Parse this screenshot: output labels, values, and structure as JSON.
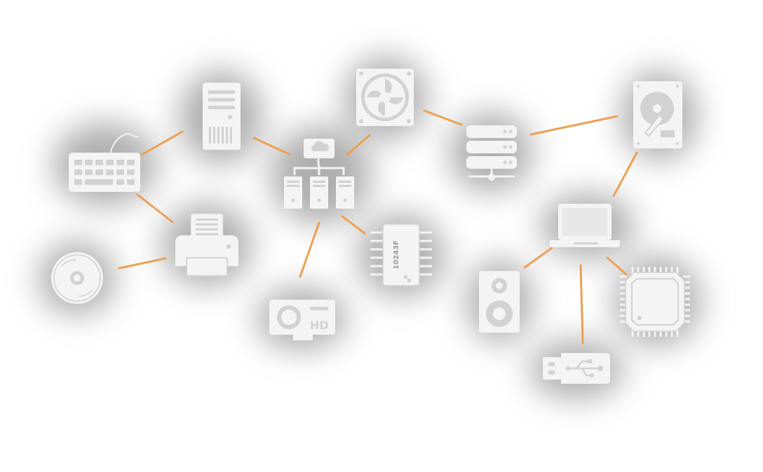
{
  "colors": {
    "icon_fill": "#f4f4f4",
    "icon_shade": "#d2d2d2",
    "link": "#eda052",
    "shadow": "#6e6e6e",
    "background": "#ffffff"
  },
  "nodes": [
    {
      "id": "keyboard",
      "icon": "keyboard-icon"
    },
    {
      "id": "tower",
      "icon": "desktop-tower-icon"
    },
    {
      "id": "network",
      "icon": "network-hub-icon"
    },
    {
      "id": "fan",
      "icon": "cooling-fan-icon"
    },
    {
      "id": "server",
      "icon": "server-rack-icon"
    },
    {
      "id": "hdd",
      "icon": "hard-drive-icon"
    },
    {
      "id": "cd",
      "icon": "cd-disc-icon"
    },
    {
      "id": "printer",
      "icon": "printer-icon"
    },
    {
      "id": "chip",
      "icon": "ic-chip-icon",
      "label": "10243F"
    },
    {
      "id": "projector",
      "icon": "hd-projector-icon",
      "label": "HD"
    },
    {
      "id": "laptop",
      "icon": "laptop-icon"
    },
    {
      "id": "speaker",
      "icon": "speaker-icon"
    },
    {
      "id": "cpu",
      "icon": "cpu-processor-icon"
    },
    {
      "id": "usb",
      "icon": "usb-drive-icon"
    }
  ],
  "links": [
    {
      "from": "keyboard",
      "to": "tower"
    },
    {
      "from": "keyboard",
      "to": "printer"
    },
    {
      "from": "cd",
      "to": "printer"
    },
    {
      "from": "tower",
      "to": "network"
    },
    {
      "from": "network",
      "to": "fan"
    },
    {
      "from": "network",
      "to": "chip"
    },
    {
      "from": "network",
      "to": "projector"
    },
    {
      "from": "fan",
      "to": "server"
    },
    {
      "from": "server",
      "to": "hdd"
    },
    {
      "from": "hdd",
      "to": "laptop"
    },
    {
      "from": "laptop",
      "to": "speaker"
    },
    {
      "from": "laptop",
      "to": "usb"
    },
    {
      "from": "laptop",
      "to": "cpu"
    }
  ]
}
